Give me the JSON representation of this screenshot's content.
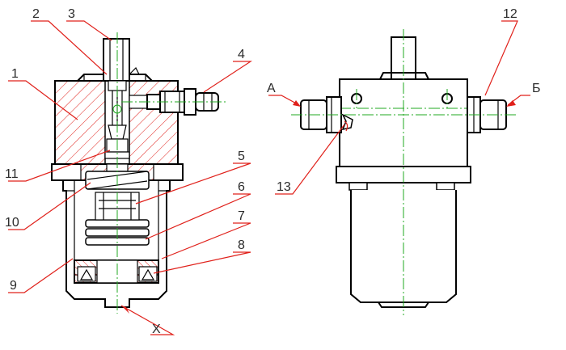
{
  "callouts": {
    "n1": "1",
    "n2": "2",
    "n3": "3",
    "n4": "4",
    "n5": "5",
    "n6": "6",
    "n7": "7",
    "n8": "8",
    "n9": "9",
    "n10": "10",
    "n11": "11",
    "n12": "12",
    "n13": "13"
  },
  "ports": {
    "a": "А",
    "b": "Б",
    "x": "Х"
  },
  "colors": {
    "outline": "#000000",
    "leader": "#e0201a",
    "hatch": "#e0201a",
    "centerline": "#22a822",
    "label": "#2a2a2a"
  }
}
